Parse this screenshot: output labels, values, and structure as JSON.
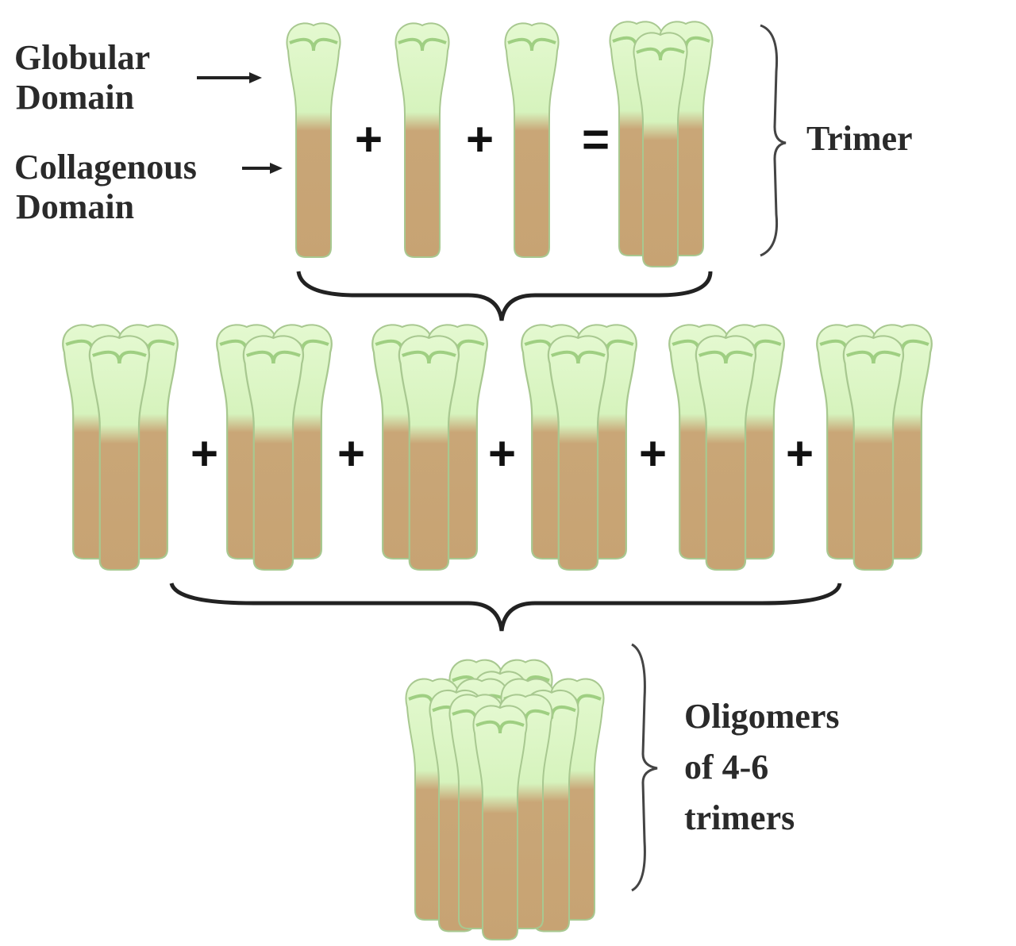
{
  "labels": {
    "globular_line1": "Globular",
    "globular_line2": "Domain",
    "collagenous_line1": "Collagenous",
    "collagenous_line2": "Domain",
    "trimer": "Trimer",
    "oligomers_line1": "Oligomers",
    "oligomers_line2": "of 4-6",
    "oligomers_line3": "trimers"
  },
  "operators": {
    "plus": "+",
    "equals": "="
  },
  "colors": {
    "globular": "#dff7c8",
    "globular_edge": "#9fcf82",
    "collagenous": "#c9a677",
    "collagenous_edge": "#a9865a"
  }
}
